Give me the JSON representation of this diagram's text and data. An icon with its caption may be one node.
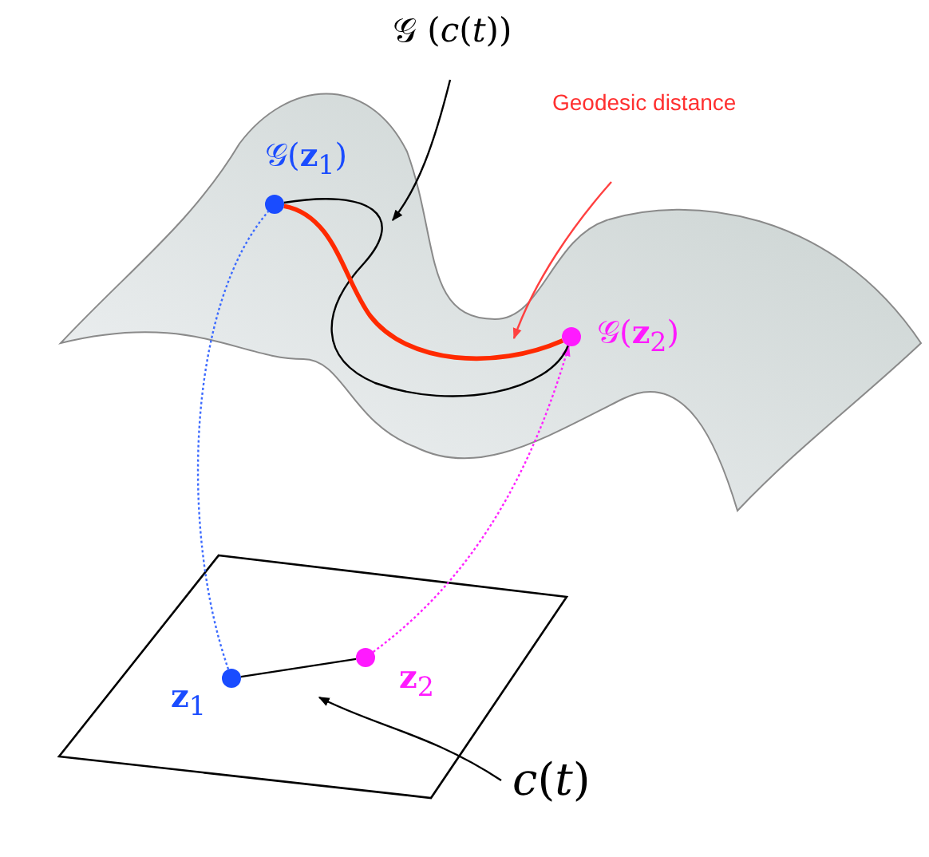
{
  "diagram": {
    "nodes": [
      {
        "text": [
          "𝒢 (*c*(*t*))"
        ]
      },
      {
        "text": [
          "Geodesic distance"
        ]
      },
      {
        "text": [],
        "shape": "circle",
        "beside": [
          "𝒢(**z**$_{1}$)"
        ]
      },
      {
        "text": [],
        "shape": "circle",
        "beside": [
          "𝒢(**z**$_{2}$)"
        ]
      },
      {
        "text": [],
        "shape": "circle",
        "beside": [
          "**z**$_{1}$"
        ]
      },
      {
        "text": [],
        "shape": "circle",
        "beside": [
          "**z**$_{2}$"
        ]
      },
      {
        "text": [
          "*c*(*t*)"
        ]
      }
    ],
    "edges": [
      {
        "from": 4,
        "to": 2,
        "arrow": "none",
        "style": "dashed",
        "color": "#3d6bff"
      },
      {
        "from": 5,
        "to": 3,
        "arrow": "to",
        "style": "dashed",
        "color": "#ff22ff"
      },
      {
        "from": 4,
        "to": 5,
        "arrow": "none"
      },
      {
        "from": 2,
        "to": 3,
        "arrow": "none"
      },
      {
        "from": 2,
        "to": 3,
        "arrow": "none",
        "style": "thick",
        "color": "#ff2a00"
      },
      {
        "from": 0,
        "to": null,
        "arrow": "to"
      },
      {
        "from": 1,
        "to": null,
        "arrow": "to",
        "color": "#ff4040"
      },
      {
        "from": 6,
        "to": null,
        "arrow": "to"
      }
    ]
  }
}
